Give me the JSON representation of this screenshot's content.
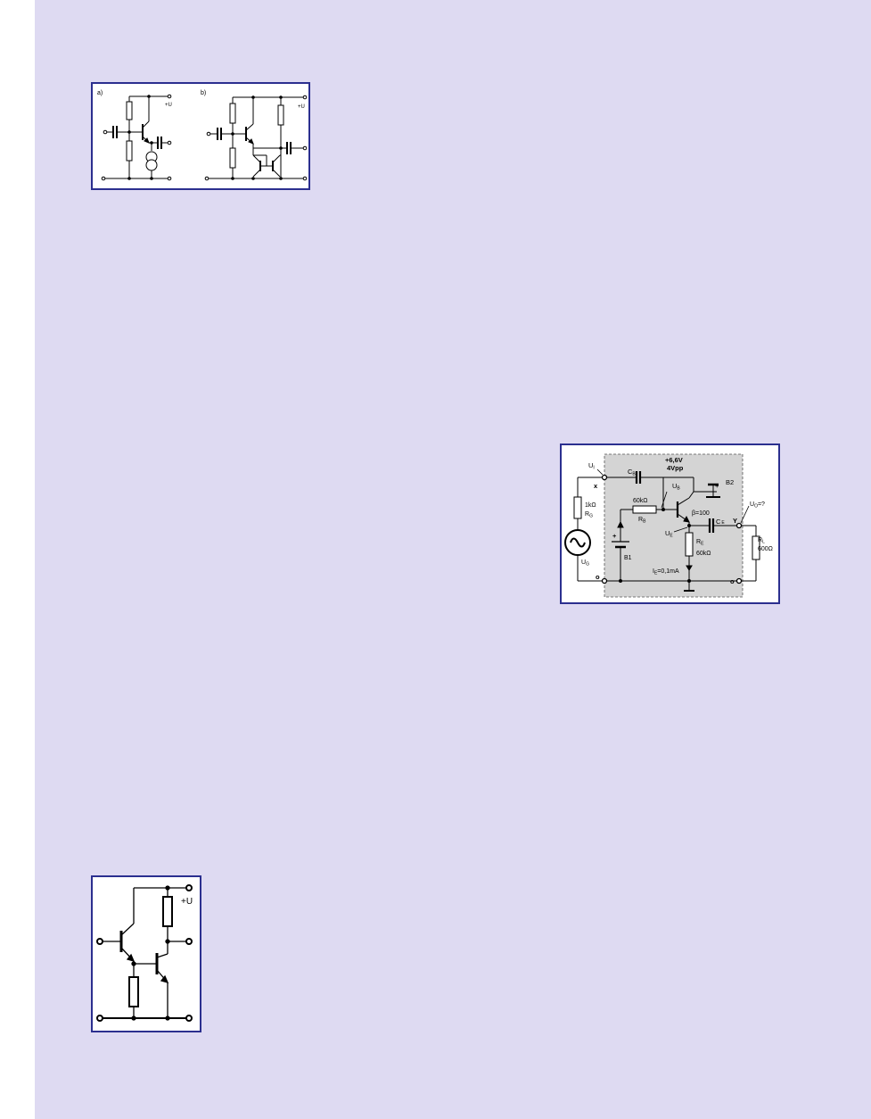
{
  "figure1": {
    "label_a": "a)",
    "label_b": "b)",
    "supply_a": "+U",
    "supply_b": "+U"
  },
  "figure2": {
    "ui": "U",
    "ui_sub": "I",
    "x": "x",
    "y": "Y",
    "cb": "C",
    "cb_sub": "B",
    "supply_v": "+6,6V",
    "supply_pp": "4Vpp",
    "ub": "U",
    "ub_sub": "B",
    "b2": "B2",
    "b2_plus": "+",
    "rg_val": "1kΩ",
    "rg": "R",
    "rg_sub": "G",
    "rb_val": "60kΩ",
    "rb": "R",
    "rb_sub": "B",
    "beta": "β=100",
    "ce": "C",
    "ce_sub": "E",
    "uo": "U",
    "uo_sub": "O",
    "uo_q": "=?",
    "b1": "B1",
    "b1_plus": "+",
    "ue": "U",
    "ue_sub": "E",
    "re": "R",
    "re_sub": "E",
    "re_val": "60kΩ",
    "rl": "R",
    "rl_sub": "L",
    "rl_val": "600Ω",
    "ug": "U",
    "ug_sub": "G",
    "ie": "I",
    "ie_sub": "E",
    "ie_val": "=0,1mA",
    "o_left": "o",
    "o_right": "o"
  },
  "figure3": {
    "supply": "+U"
  },
  "colors": {
    "page_background": "#dedaf2",
    "figure_border": "#2b2f8f",
    "shaded_area": "#d4d4d4"
  }
}
